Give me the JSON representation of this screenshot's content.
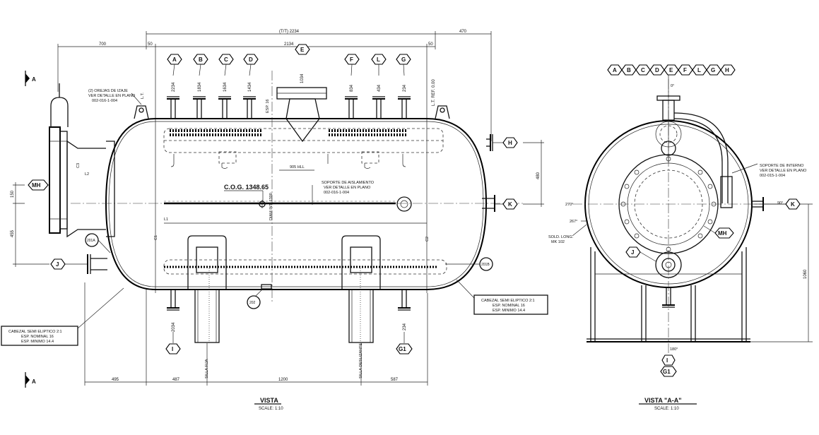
{
  "front_view": {
    "title": "VISTA",
    "scale": "SCALE: 1:10",
    "section_marker_top": "A",
    "section_marker_bottom": "A",
    "overall_dim": "(T/T) 2234",
    "dim_700": "700",
    "dim_50_left": "50",
    "dim_2134": "2134",
    "dim_50_right": "50",
    "dim_470": "470",
    "dim_480": "480",
    "dim_150": "150",
    "dim_455": "455",
    "bottom_dims": [
      "495",
      "487",
      "1200",
      "587"
    ],
    "nozzle_dims_top": [
      "2234",
      "1834",
      "1634",
      "1434",
      "1034",
      "834",
      "434",
      "234"
    ],
    "nozzle_dims_bottom": [
      "2034",
      "234"
    ],
    "top_nozzle_tags": [
      "A",
      "B",
      "C",
      "D",
      "E",
      "F",
      "L",
      "G"
    ],
    "side_nozzle_tags": [
      "H",
      "K",
      "MH",
      "J"
    ],
    "bottom_nozzle_tags": [
      "I",
      "G1"
    ],
    "ref_line": "L.T. REF. 0.00",
    "lt_label": "L.T.",
    "lifting_lugs_note": [
      "(2) OREJAS DE IZAJE",
      "VER DETALLE EN PLANO",
      "002-016-1-004"
    ],
    "cog_label": "C.O.G. 1348.65",
    "insulation_note": [
      "SOPORTE DE AISLAMIENTO",
      "VER DETALLE EN PLANO",
      "002-016-1-004"
    ],
    "level_label": "905 HLL",
    "esp_label": "ESP. 16",
    "diam_label": "DIAM INT. 1300",
    "weld_labels": [
      "C1",
      "C2",
      "C3",
      "L1",
      "L2"
    ],
    "item_tags": [
      "201A",
      "201B",
      "202"
    ],
    "head_note_left": [
      "CABEZAL SEMI ELIPTICO 2:1",
      "ESP. NOMINAL 16",
      "ESP. MINIMO 14.4"
    ],
    "head_note_right": [
      "CABEZAL SEMI ELIPTICO 2:1",
      "ESP. NOMINAL 16",
      "ESP. MINIMO 14.4"
    ],
    "saddle_fixed": "SILLA FIJA",
    "saddle_sliding": "SILLA DESLIZANTE"
  },
  "section_view": {
    "title": "VISTA \"A-A\"",
    "scale": "SCALE: 1:10",
    "nozzle_tag_row": [
      "A",
      "B",
      "C",
      "D",
      "E",
      "F",
      "L",
      "G",
      "H"
    ],
    "angle_top": "0°",
    "angle_left": "270°",
    "angle_267": "267°",
    "angle_right": "90°",
    "angle_bottom": "180°",
    "tags": [
      "MH",
      "J",
      "K",
      "I",
      "G1"
    ],
    "internal_support_note": [
      "SOPORTE DE INTERNO",
      "VER DETALLE EN PLANO",
      "002-015-1-004"
    ],
    "weld_note": [
      "SOLD. LONG.",
      "MK 102"
    ],
    "dim_1060": "1060"
  }
}
